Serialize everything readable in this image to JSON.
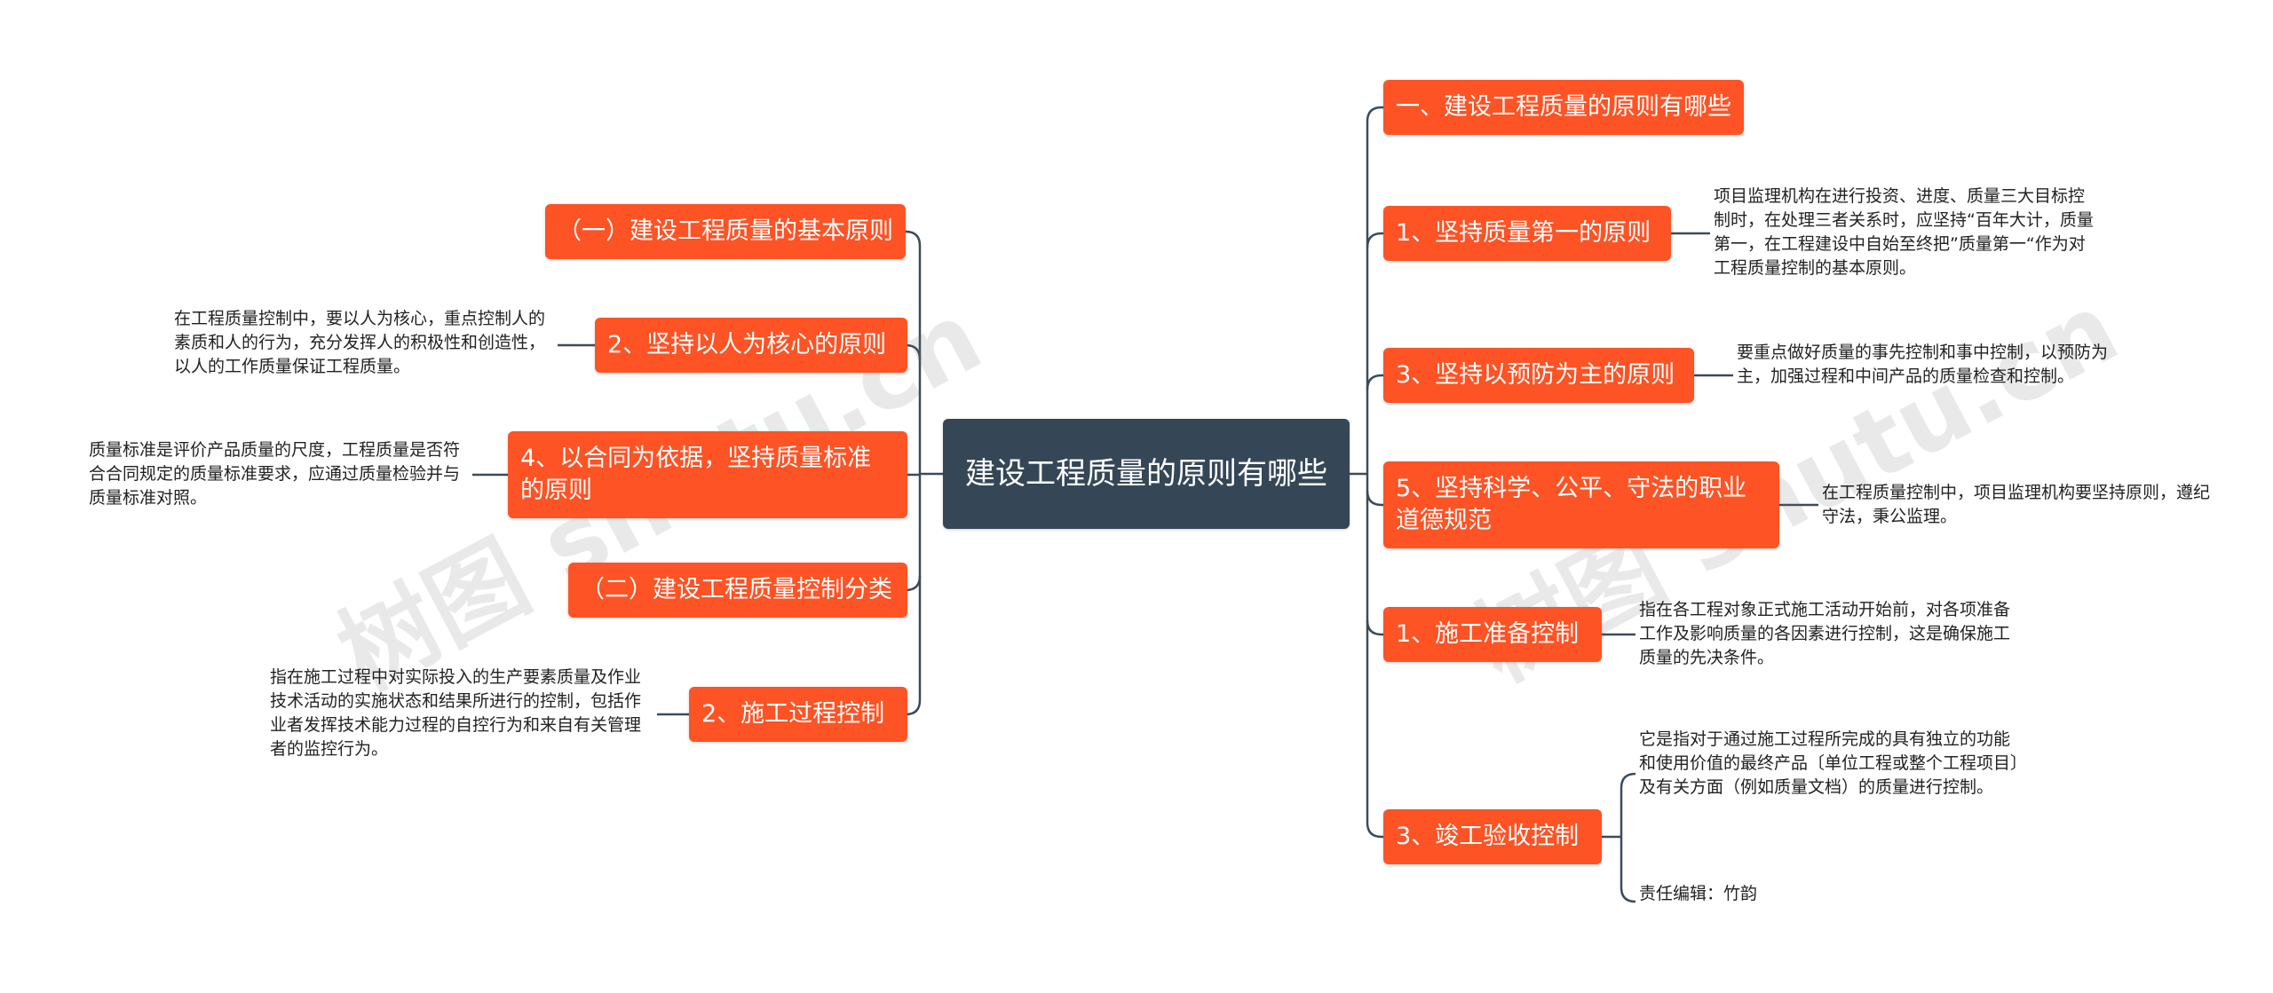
{
  "colors": {
    "topic": "#fd5325",
    "center": "#354757",
    "line": "#3c4b5a",
    "text": "#222222"
  },
  "center": {
    "title": "建设工程质量的原则有哪些"
  },
  "left_branches": {
    "b1": {
      "label": "（一）建设工程质量的基本原则"
    },
    "b2": {
      "label": "2、坚持以人为核心的原则",
      "note": "在工程质量控制中，要以人为核心，重点控制人的素质和人的行为，充分发挥人的积极性和创造性，以人的工作质量保证工程质量。"
    },
    "b3": {
      "label": "4、以合同为依据，坚持质量标准的原则",
      "note": "质量标准是评价产品质量的尺度，工程质量是否符合合同规定的质量标准要求，应通过质量检验并与质量标准对照。"
    },
    "b4": {
      "label": "（二）建设工程质量控制分类"
    },
    "b5": {
      "label": "2、施工过程控制",
      "note": "指在施工过程中对实际投入的生产要素质量及作业技术活动的实施状态和结果所进行的控制，包括作业者发挥技术能力过程的自控行为和来自有关管理者的监控行为。"
    }
  },
  "right_branches": {
    "r1": {
      "label": "一、建设工程质量的原则有哪些"
    },
    "r2": {
      "label": "1、坚持质量第一的原则",
      "note": "项目监理机构在进行投资、进度、质量三大目标控制时，在处理三者关系时，应坚持“百年大计，质量第一，在工程建设中自始至终把”质量第一“作为对工程质量控制的基本原则。"
    },
    "r3": {
      "label": "3、坚持以预防为主的原则",
      "note": "要重点做好质量的事先控制和事中控制，以预防为主，加强过程和中间产品的质量检查和控制。"
    },
    "r4": {
      "label": "5、坚持科学、公平、守法的职业道德规范",
      "note": "在工程质量控制中，项目监理机构要坚持原则，遵纪守法，秉公监理。"
    },
    "r5": {
      "label": "1、施工准备控制",
      "note": "指在各工程对象正式施工活动开始前，对各项准备工作及影响质量的各因素进行控制，这是确保施工质量的先决条件。"
    },
    "r6": {
      "label": "3、竣工验收控制",
      "note": "它是指对于通过施工过程所完成的具有独立的功能和使用价值的最终产品〔单位工程或整个工程项目〕及有关方面（例如质量文档）的质量进行控制。",
      "note2": "责任编辑：竹韵"
    }
  },
  "watermark": {
    "text": "树图 shutu.cn"
  }
}
